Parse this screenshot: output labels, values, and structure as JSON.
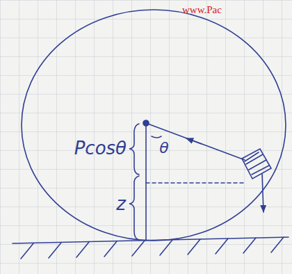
{
  "diagram": {
    "labels": [
      "www.Pac",
      "Pcosθ",
      "θ",
      "z"
    ]
  }
}
